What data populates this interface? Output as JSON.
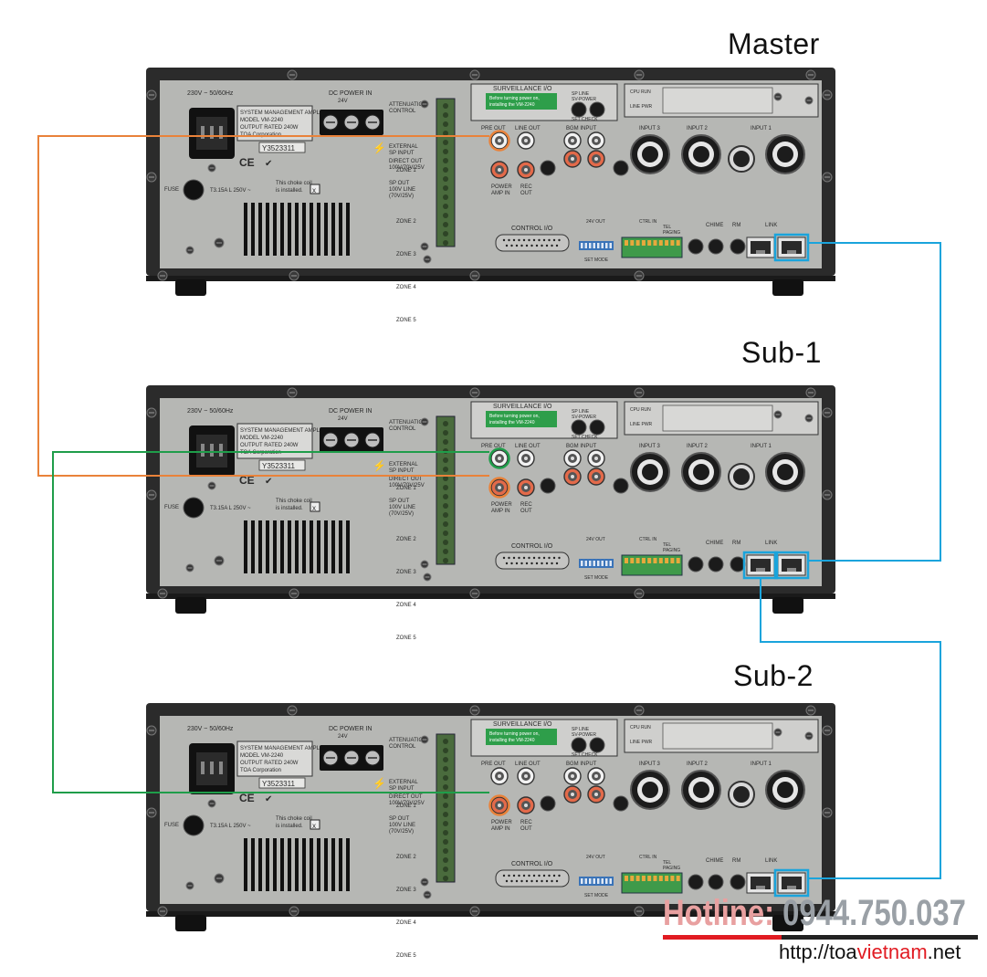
{
  "units": [
    {
      "id": "master",
      "title": "Master"
    },
    {
      "id": "sub1",
      "title": "Sub-1"
    },
    {
      "id": "sub2",
      "title": "Sub-2"
    }
  ],
  "panel": {
    "power_rating": "230V ~ 50/60Hz",
    "dc_power": "DC POWER IN",
    "dc_voltage": "24V",
    "model_label": [
      "SYSTEM MANAGEMENT AMPLIFIER",
      "MODEL VM-2240",
      "OUTPUT RATED 240W",
      "TOA Corporation"
    ],
    "serial_label": "Y3523311",
    "fuse": "FUSE",
    "fuse_rating": "T3.15A L 250V ~",
    "choke_note": [
      "This choke coil",
      "is installed."
    ],
    "attenuation": [
      "ATTENUATION",
      "CONTROL"
    ],
    "external_sp": [
      "EXTERNAL",
      "SP INPUT"
    ],
    "direct_out": [
      "DIRECT OUT",
      "100V/70V/25V"
    ],
    "sp_out": [
      "SP OUT",
      "100V LINE",
      "(70V/25V)"
    ],
    "zones": [
      "ZONE 1",
      "ZONE 2",
      "ZONE 3",
      "ZONE 4",
      "ZONE 5"
    ],
    "surveillance": "SURVEILLANCE I/O",
    "surveillance_warn": [
      "Before turning power on,",
      "installing the VM-2240"
    ],
    "sp_line": [
      "SP LINE",
      "SV-POWER"
    ],
    "set_check": "SET  CHECK",
    "pre_out": "PRE OUT",
    "line_out": "LINE OUT",
    "bgm_input": "BGM INPUT",
    "power_amp_in": [
      "POWER",
      "AMP IN"
    ],
    "rec_out": [
      "REC",
      "OUT"
    ],
    "inputs": [
      "INPUT 3",
      "INPUT 2",
      "INPUT 1"
    ],
    "cpu_run": [
      "CPU RUN",
      "LINE PWR"
    ],
    "control_io": "CONTROL I/O",
    "out_24v": "24V        OUT",
    "set_mode": "SET MODE",
    "ctrl_in": "CTRL IN",
    "tel_paging": [
      "TEL",
      "PAGING"
    ],
    "chime": "CHIME",
    "rm": "RM",
    "link": "LINK"
  },
  "colors": {
    "orange": "#e9823a",
    "green": "#1f9d4a",
    "blue": "#1aa4dc",
    "panel": "#b6b7b4",
    "frame": "#2b2b2b"
  },
  "brand": {
    "hotline_label": "Hotline: ",
    "hotline_number": "0944.750.037",
    "url_prefix": "http://toa",
    "url_mid": "vietnam",
    "url_suffix": ".net"
  }
}
